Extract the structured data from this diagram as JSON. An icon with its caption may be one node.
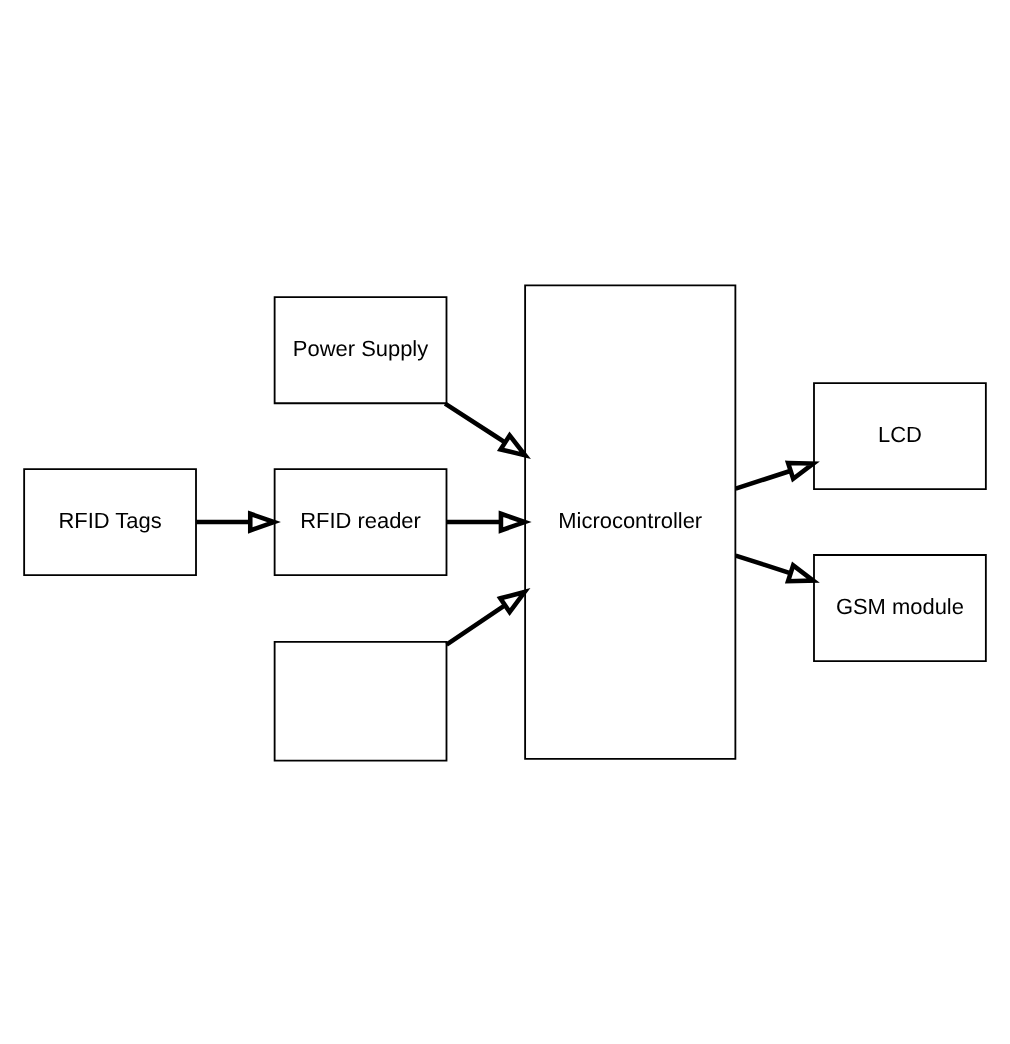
{
  "diagram": {
    "nodes": [
      {
        "text": [
          "Power Supply"
        ]
      },
      {
        "text": [
          "RFID Tags"
        ]
      },
      {
        "text": [
          "RFID reader"
        ]
      },
      {
        "text": [
          "Microcontroller"
        ]
      },
      {
        "text": [
          "LCD"
        ]
      },
      {
        "text": [
          "GSM module"
        ]
      },
      {
        "text": [],
        "shape": "box"
      }
    ],
    "edges": [
      {
        "from": 0,
        "to": 3,
        "arrow": "to"
      },
      {
        "from": 1,
        "to": 2,
        "arrow": "to"
      },
      {
        "from": 2,
        "to": 3,
        "arrow": "to"
      },
      {
        "from": 3,
        "to": 4,
        "arrow": "to"
      },
      {
        "from": 6,
        "to": 3,
        "arrow": "to"
      },
      {
        "from": 3,
        "to": 5,
        "arrow": "to"
      }
    ]
  }
}
